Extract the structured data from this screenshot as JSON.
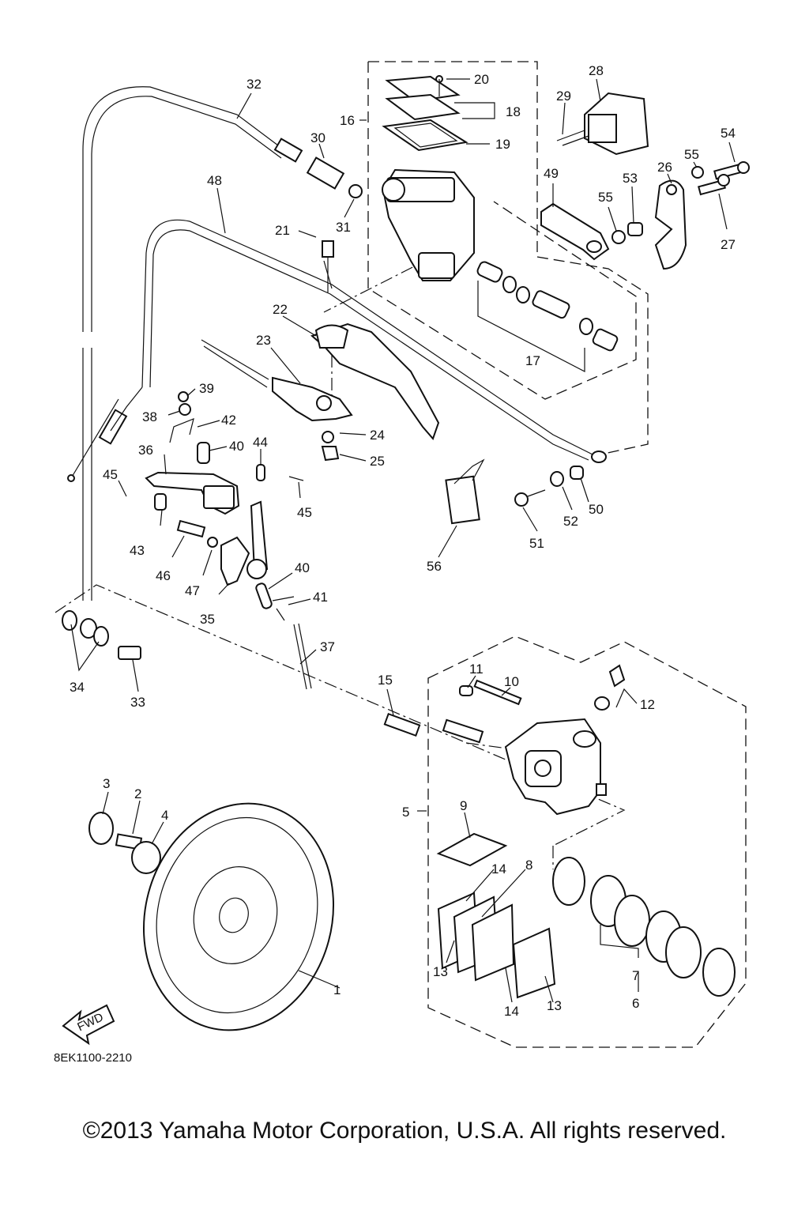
{
  "diagram": {
    "part_code": "8EK1100-2210",
    "direction_label": "FWD",
    "callouts": [
      "1",
      "2",
      "3",
      "4",
      "5",
      "6",
      "7",
      "8",
      "9",
      "10",
      "11",
      "12",
      "13",
      "13",
      "14",
      "14",
      "15",
      "16",
      "17",
      "18",
      "19",
      "20",
      "21",
      "22",
      "23",
      "24",
      "25",
      "26",
      "27",
      "28",
      "29",
      "30",
      "31",
      "32",
      "33",
      "34",
      "35",
      "36",
      "37",
      "38",
      "39",
      "40",
      "40",
      "41",
      "42",
      "43",
      "44",
      "45",
      "45",
      "46",
      "47",
      "48",
      "49",
      "50",
      "51",
      "52",
      "53",
      "54",
      "55",
      "55",
      "56"
    ]
  },
  "footer": {
    "copyright": "©2013 Yamaha Motor Corporation, U.S.A. All rights reserved."
  }
}
